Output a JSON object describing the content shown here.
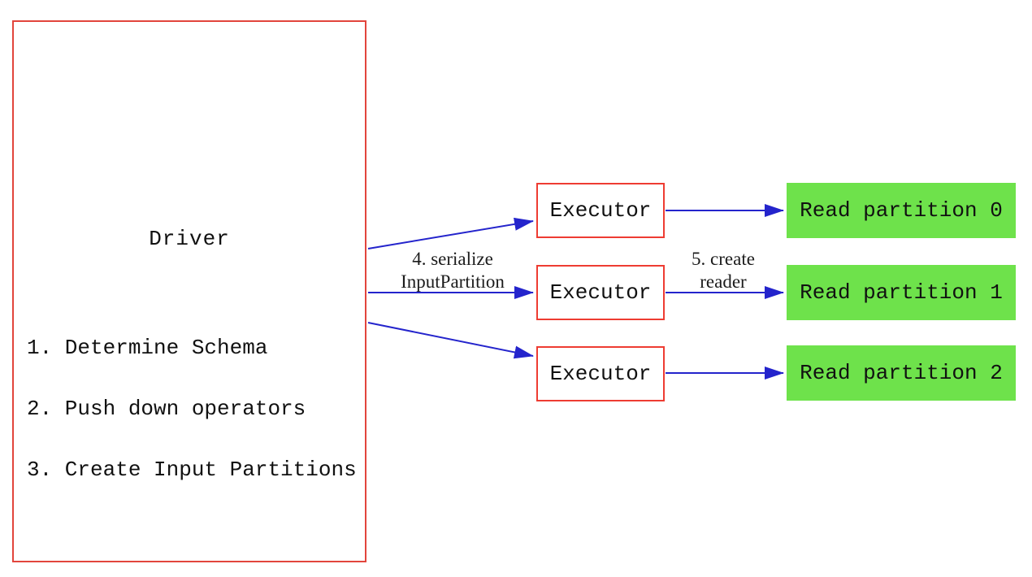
{
  "driver": {
    "title": "Driver",
    "steps": [
      "1. Determine Schema",
      "2. Push down operators",
      "3. Create Input Partitions"
    ]
  },
  "executors": [
    {
      "label": "Executor"
    },
    {
      "label": "Executor"
    },
    {
      "label": "Executor"
    }
  ],
  "partitions": [
    {
      "label": "Read partition 0"
    },
    {
      "label": "Read partition 1"
    },
    {
      "label": "Read partition 2"
    }
  ],
  "edge_labels": {
    "serialize_line1": "4. serialize",
    "serialize_line2": "InputPartition",
    "reader_line1": "5. create",
    "reader_line2": "reader"
  },
  "colors": {
    "box_border_red": "#ee3c32",
    "driver_border_red": "#e2453c",
    "arrow_blue": "#2424cc",
    "partition_green": "#6ee24b",
    "text_black": "#111111"
  }
}
